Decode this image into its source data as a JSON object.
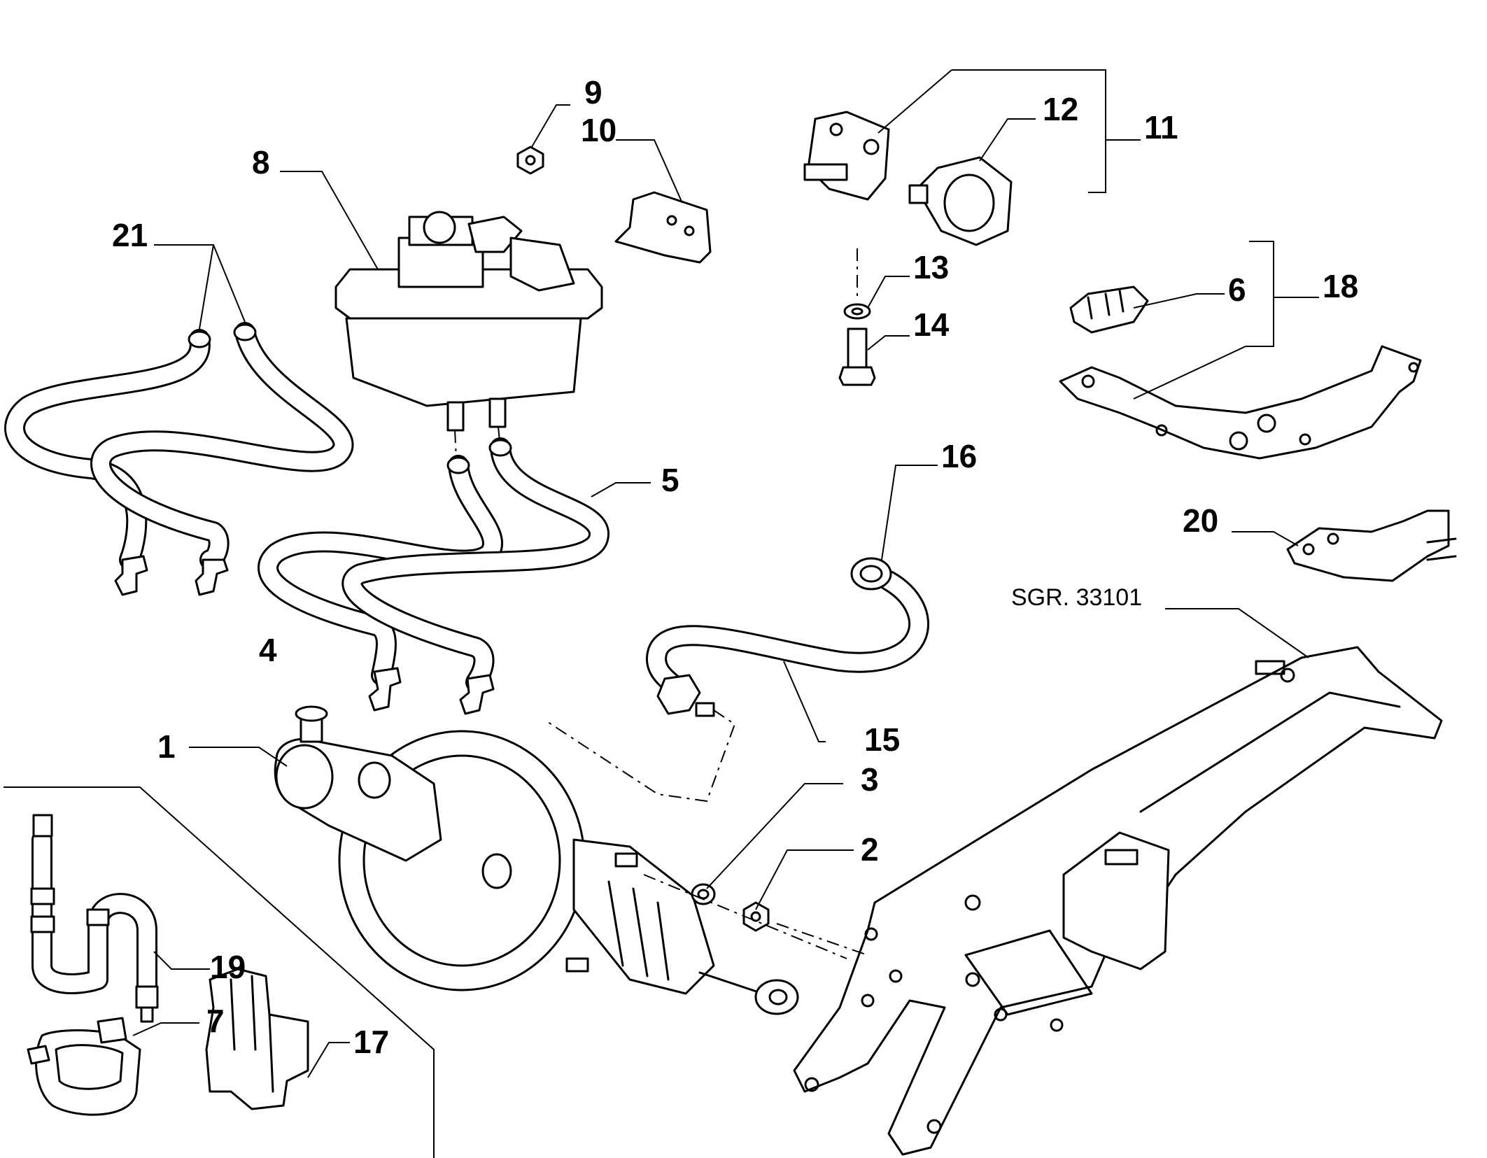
{
  "callouts": {
    "c1": "1",
    "c2": "2",
    "c3": "3",
    "c4": "4",
    "c5": "5",
    "c6": "6",
    "c7": "7",
    "c8": "8",
    "c9": "9",
    "c10": "10",
    "c11": "11",
    "c12": "12",
    "c13": "13",
    "c14": "14",
    "c15": "15",
    "c16": "16",
    "c17": "17",
    "c18": "18",
    "c19": "19",
    "c20": "20",
    "c21": "21"
  },
  "reference": "SGR. 33101"
}
